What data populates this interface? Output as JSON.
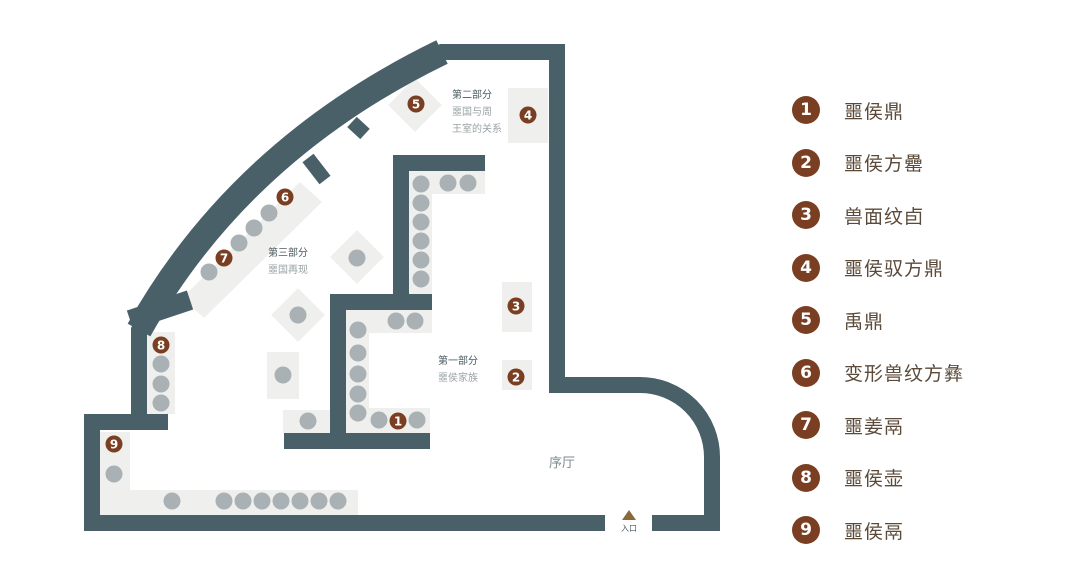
{
  "colors": {
    "wall": "#4a6068",
    "marker": "#7a3f22",
    "pad": "#eff0ee",
    "display": "#a9b1b5",
    "text": "#5b4a3a"
  },
  "areas": {
    "part2": {
      "title": "第二部分",
      "line1": "噩国与周",
      "line2": "王室的关系"
    },
    "part3": {
      "title": "第三部分",
      "line1": "噩国再现"
    },
    "part1": {
      "title": "第一部分",
      "line1": "噩侯家族"
    },
    "hall": "序厅",
    "entrance": "入口"
  },
  "legend": [
    {
      "num": "1",
      "label": "噩侯鼎"
    },
    {
      "num": "2",
      "label": "噩侯方罍"
    },
    {
      "num": "3",
      "label": "兽面纹卣"
    },
    {
      "num": "4",
      "label": "噩侯驭方鼎"
    },
    {
      "num": "5",
      "label": "禹鼎"
    },
    {
      "num": "6",
      "label": "变形兽纹方彝"
    },
    {
      "num": "7",
      "label": "噩姜鬲"
    },
    {
      "num": "8",
      "label": "噩侯壶"
    },
    {
      "num": "9",
      "label": "噩侯鬲"
    }
  ]
}
